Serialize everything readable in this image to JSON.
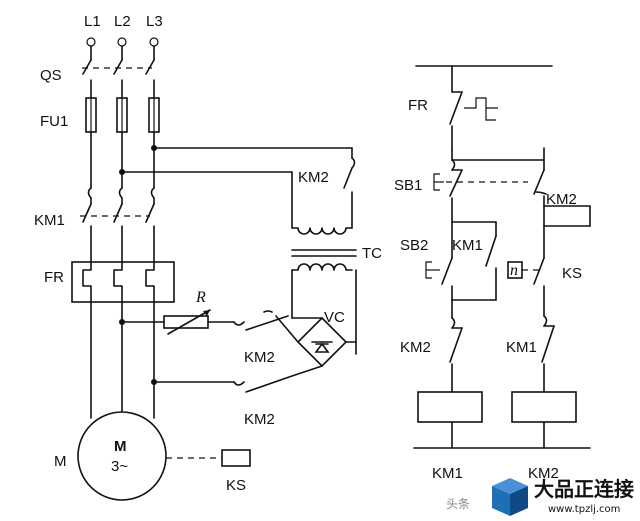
{
  "labels": {
    "L1": "L1",
    "L2": "L2",
    "L3": "L3",
    "QS": "QS",
    "FU1": "FU1",
    "KM1": "KM1",
    "FR": "FR",
    "M": "M",
    "motor_line1": "M",
    "motor_line2": "3~",
    "KS": "KS",
    "R": "R",
    "VC": "VC",
    "TC": "TC",
    "KM2_top": "KM2",
    "KM2_mid": "KM2",
    "KM2_bot": "KM2",
    "right_FR": "FR",
    "SB1": "SB1",
    "SB2": "SB2",
    "right_KM2_a": "KM2",
    "right_KM1_a": "KM1",
    "n_symbol": "n",
    "right_KS": "KS",
    "right_KM2_b": "KM2",
    "right_KM1_b": "KM1",
    "coil_KM1": "KM1",
    "coil_KM2": "KM2"
  },
  "watermark": {
    "source": "头条",
    "brand": "大品正连接",
    "url": "www.tpzlj.com"
  },
  "colors": {
    "line": "#111111",
    "watermark_logo": "#1f6fb5"
  }
}
